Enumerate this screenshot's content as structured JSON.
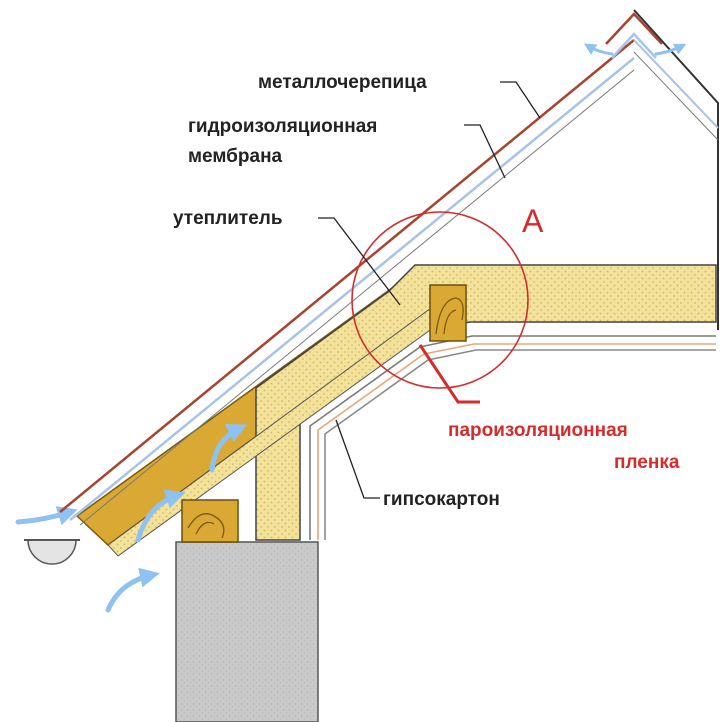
{
  "labels": {
    "metal_tile": "металлочерепица",
    "membrane_line1": "гидроизоляционная",
    "membrane_line2": "мембрана",
    "insulation": "утеплитель",
    "vapor_line1": "пароизоляционная",
    "vapor_line2": "пленка",
    "drywall": "гипсокартон",
    "detail_marker": "А"
  },
  "colors": {
    "insulation_fill": "#F2E29B",
    "insulation_dots": "#E3C86A",
    "timber": "#D9A934",
    "timber_dark": "#9A6E12",
    "roof_tile": "#A8432E",
    "membrane": "#A9C2E8",
    "vapor_film": "#E8A77C",
    "airflow": "#8FC2F0",
    "wall": "#C7C7C7",
    "accent_red": "#D62B2B",
    "leader": "#222222"
  },
  "icons": {
    "airflow": "airflow-arrow-icon",
    "ridge_vent": "ridge-vent-arrow-icon"
  }
}
